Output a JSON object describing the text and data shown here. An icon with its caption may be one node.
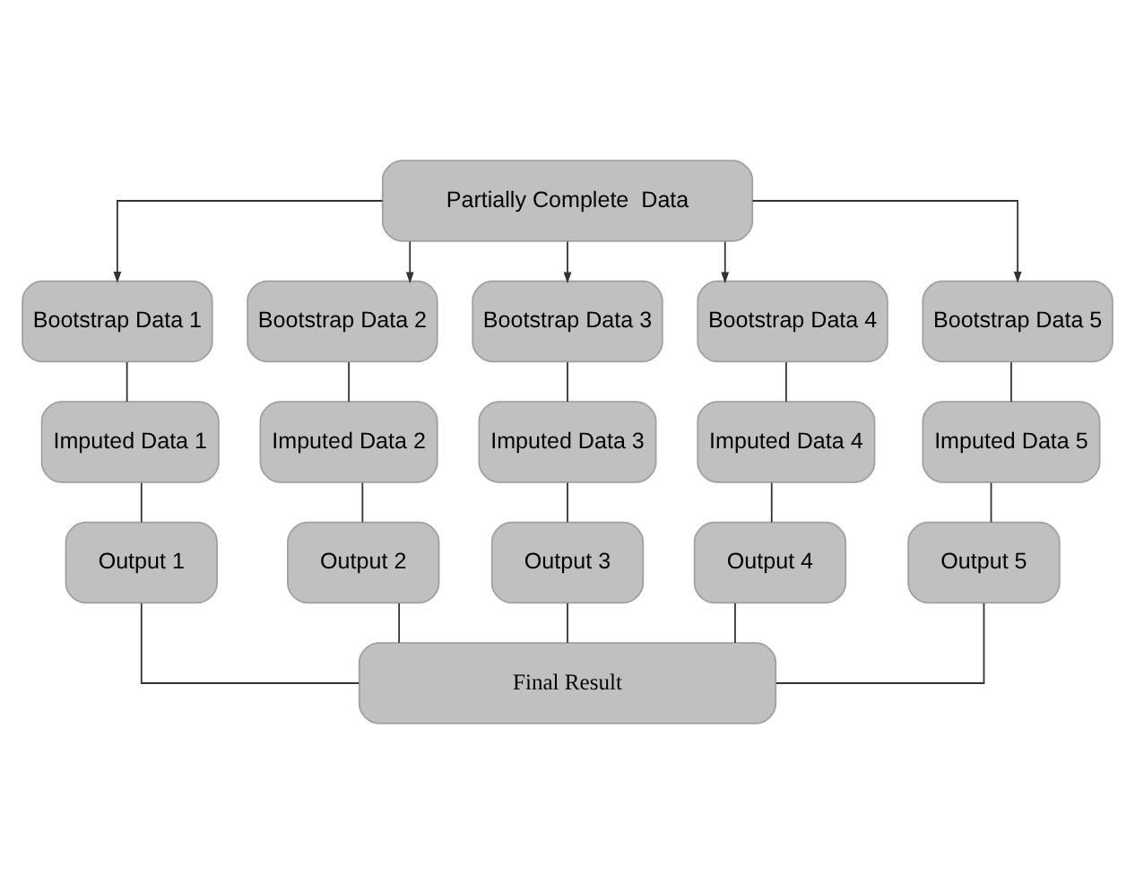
{
  "diagram": {
    "nodes": [
      {
        "text": [
          "Partially Complete  Data"
        ]
      },
      {
        "text": [
          "Bootstrap Data 1"
        ]
      },
      {
        "text": [
          "Bootstrap Data 2"
        ]
      },
      {
        "text": [
          "Bootstrap Data 3"
        ]
      },
      {
        "text": [
          "Bootstrap Data 4"
        ]
      },
      {
        "text": [
          "Bootstrap Data 5"
        ]
      },
      {
        "text": [
          "Imputed Data 1"
        ]
      },
      {
        "text": [
          "Imputed Data 2"
        ]
      },
      {
        "text": [
          "Imputed Data 3"
        ]
      },
      {
        "text": [
          "Imputed Data 4"
        ]
      },
      {
        "text": [
          "Imputed Data 5"
        ]
      },
      {
        "text": [
          "Output 1"
        ]
      },
      {
        "text": [
          "Output 2"
        ]
      },
      {
        "text": [
          "Output 3"
        ]
      },
      {
        "text": [
          "Output 4"
        ]
      },
      {
        "text": [
          "Output 5"
        ]
      },
      {
        "text": [
          "Final Result"
        ]
      }
    ],
    "edges": [
      {
        "from": 0,
        "to": 1,
        "arrow": "to"
      },
      {
        "from": 0,
        "to": 2,
        "arrow": "to"
      },
      {
        "from": 0,
        "to": 3,
        "arrow": "to"
      },
      {
        "from": 0,
        "to": 4,
        "arrow": "to"
      },
      {
        "from": 0,
        "to": 5,
        "arrow": "to"
      },
      {
        "from": 1,
        "to": 6,
        "arrow": "none"
      },
      {
        "from": 2,
        "to": 7,
        "arrow": "none"
      },
      {
        "from": 3,
        "to": 8,
        "arrow": "none"
      },
      {
        "from": 4,
        "to": 9,
        "arrow": "none"
      },
      {
        "from": 5,
        "to": 10,
        "arrow": "none"
      },
      {
        "from": 6,
        "to": 11,
        "arrow": "none"
      },
      {
        "from": 7,
        "to": 12,
        "arrow": "none"
      },
      {
        "from": 8,
        "to": 13,
        "arrow": "none"
      },
      {
        "from": 9,
        "to": 14,
        "arrow": "none"
      },
      {
        "from": 10,
        "to": 15,
        "arrow": "none"
      },
      {
        "from": 11,
        "to": 16,
        "arrow": "none"
      },
      {
        "from": 12,
        "to": 16,
        "arrow": "none"
      },
      {
        "from": 13,
        "to": 16,
        "arrow": "none"
      },
      {
        "from": 14,
        "to": 16,
        "arrow": "none"
      },
      {
        "from": 15,
        "to": 16,
        "arrow": "none"
      }
    ]
  }
}
